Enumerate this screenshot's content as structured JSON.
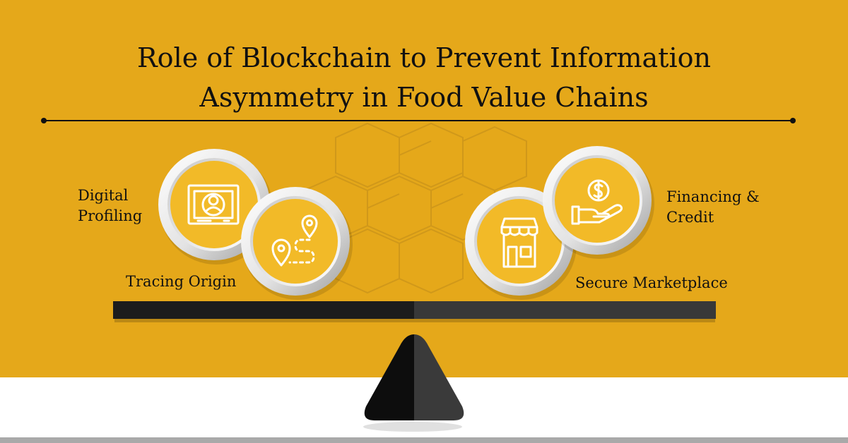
{
  "title": {
    "line1": "Role of Blockchain to Prevent Information",
    "line2": "Asymmetry in Food Value Chains"
  },
  "items": [
    {
      "lines": [
        "Digital",
        "Profiling"
      ],
      "icon": "profile-card-icon"
    },
    {
      "lines": [
        "Tracing Origin"
      ],
      "icon": "route-pins-icon"
    },
    {
      "lines": [
        "Secure Marketplace"
      ],
      "icon": "storefront-icon"
    },
    {
      "lines": [
        "Financing &",
        "Credit"
      ],
      "icon": "coin-hand-icon"
    }
  ],
  "colors": {
    "background": "#E5A81A",
    "circle": "#F2BA28",
    "beam_left": "#1c1c1c",
    "beam_right": "#383838",
    "text": "#111111"
  }
}
